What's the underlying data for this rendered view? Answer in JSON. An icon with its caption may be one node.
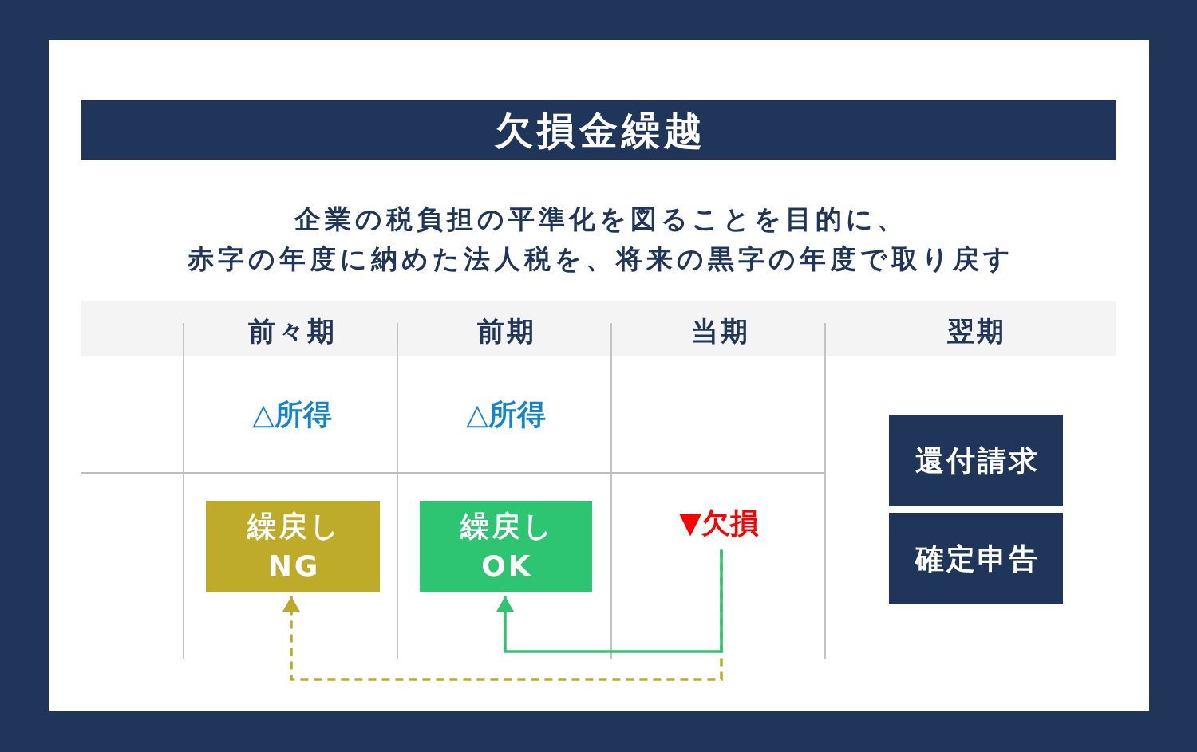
{
  "diagram": {
    "title": "欠損金繰越",
    "nodes": [
      {
        "text": [
          "繰戻し",
          "NG"
        ]
      },
      {
        "text": [
          "繰戻し",
          "OK"
        ]
      },
      {
        "text": [
          "▼欠損"
        ]
      },
      {
        "text": [
          "還付請求"
        ]
      },
      {
        "text": [
          "確定申告"
        ]
      }
    ],
    "edges": [
      {
        "from": 2,
        "to": 1,
        "arrow": "to",
        "color": "#2ec572"
      },
      {
        "from": 2,
        "to": 0,
        "arrow": "to",
        "style": "dashed",
        "color": "#bcab29"
      }
    ],
    "labels": [
      "企業の税負担の平準化を図ることを目的に、",
      "赤字の年度に納めた法人税を、将来の黒字の年度で取り戻す",
      "前々期",
      "前期",
      "当期",
      "翌期",
      "△所得",
      "△所得"
    ]
  }
}
